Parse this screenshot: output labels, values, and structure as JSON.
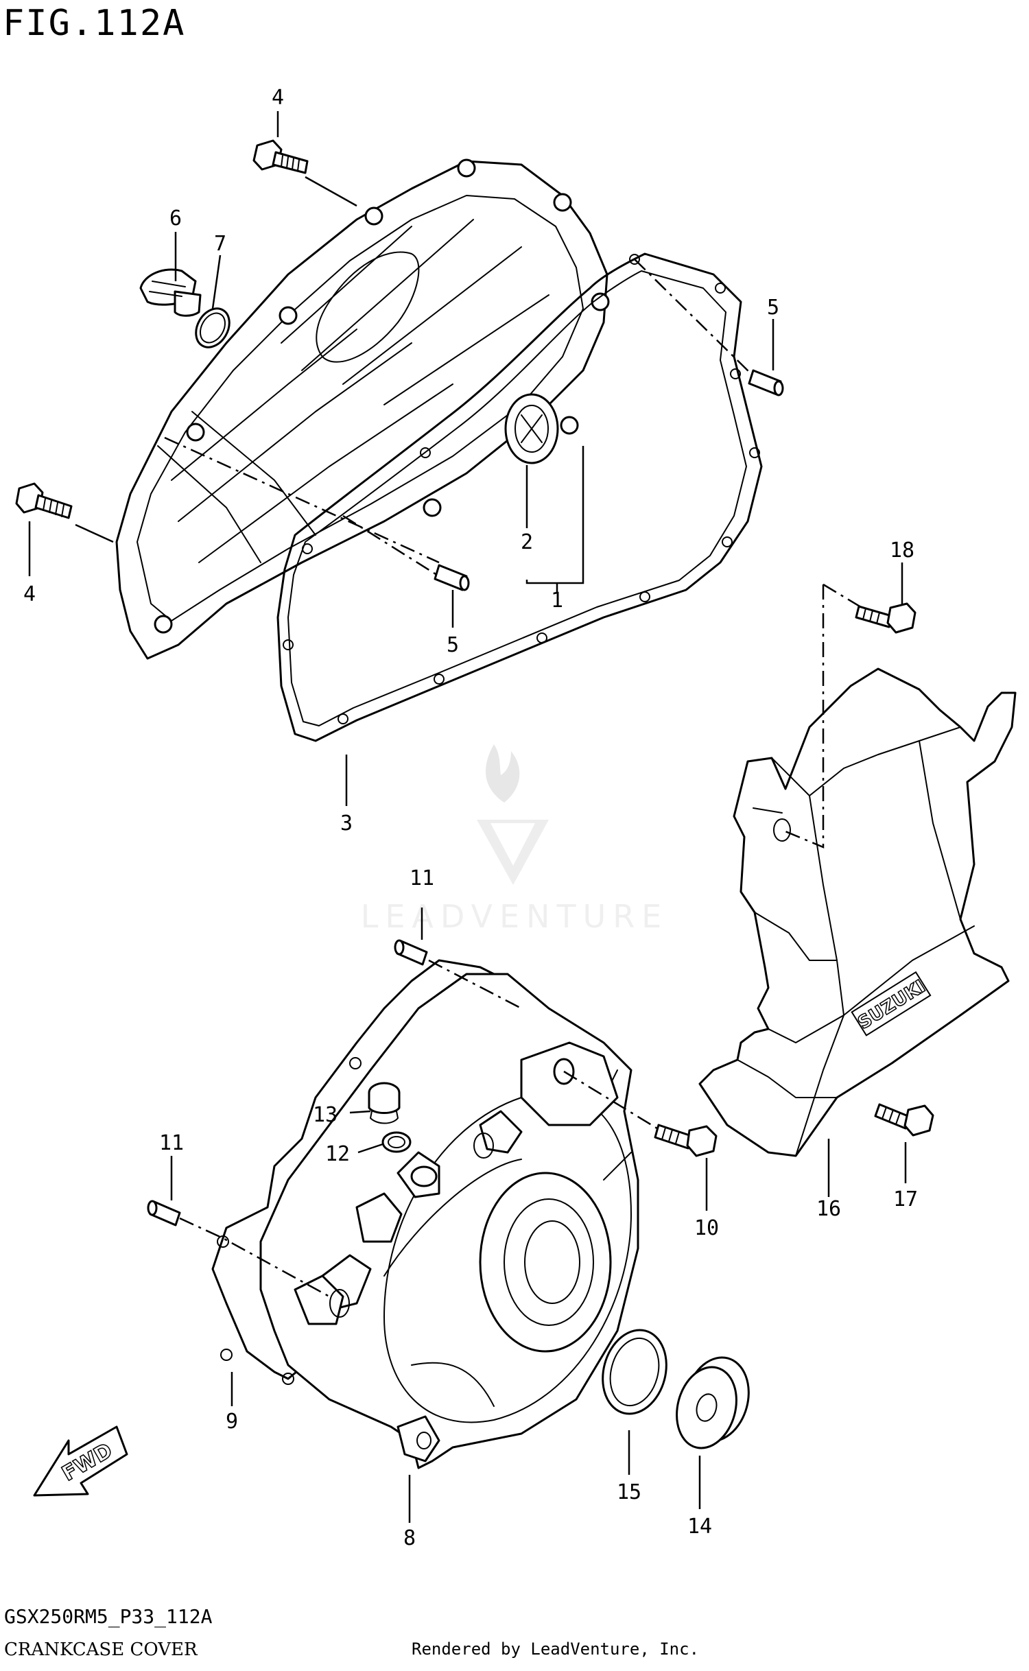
{
  "figure": {
    "title": "FIG.112A",
    "code": "GSX250RM5_P33_112A",
    "name": "CRANKCASE COVER",
    "rendered_by": "Rendered by LeadVenture, Inc.",
    "watermark": "LEADVENTURE",
    "direction_label": "FWD",
    "brand_mark": "SUZUKI"
  },
  "callouts": [
    "1",
    "2",
    "3",
    "4",
    "4",
    "5",
    "5",
    "6",
    "7",
    "8",
    "9",
    "10",
    "11",
    "11",
    "12",
    "13",
    "14",
    "15",
    "16",
    "17",
    "18"
  ]
}
